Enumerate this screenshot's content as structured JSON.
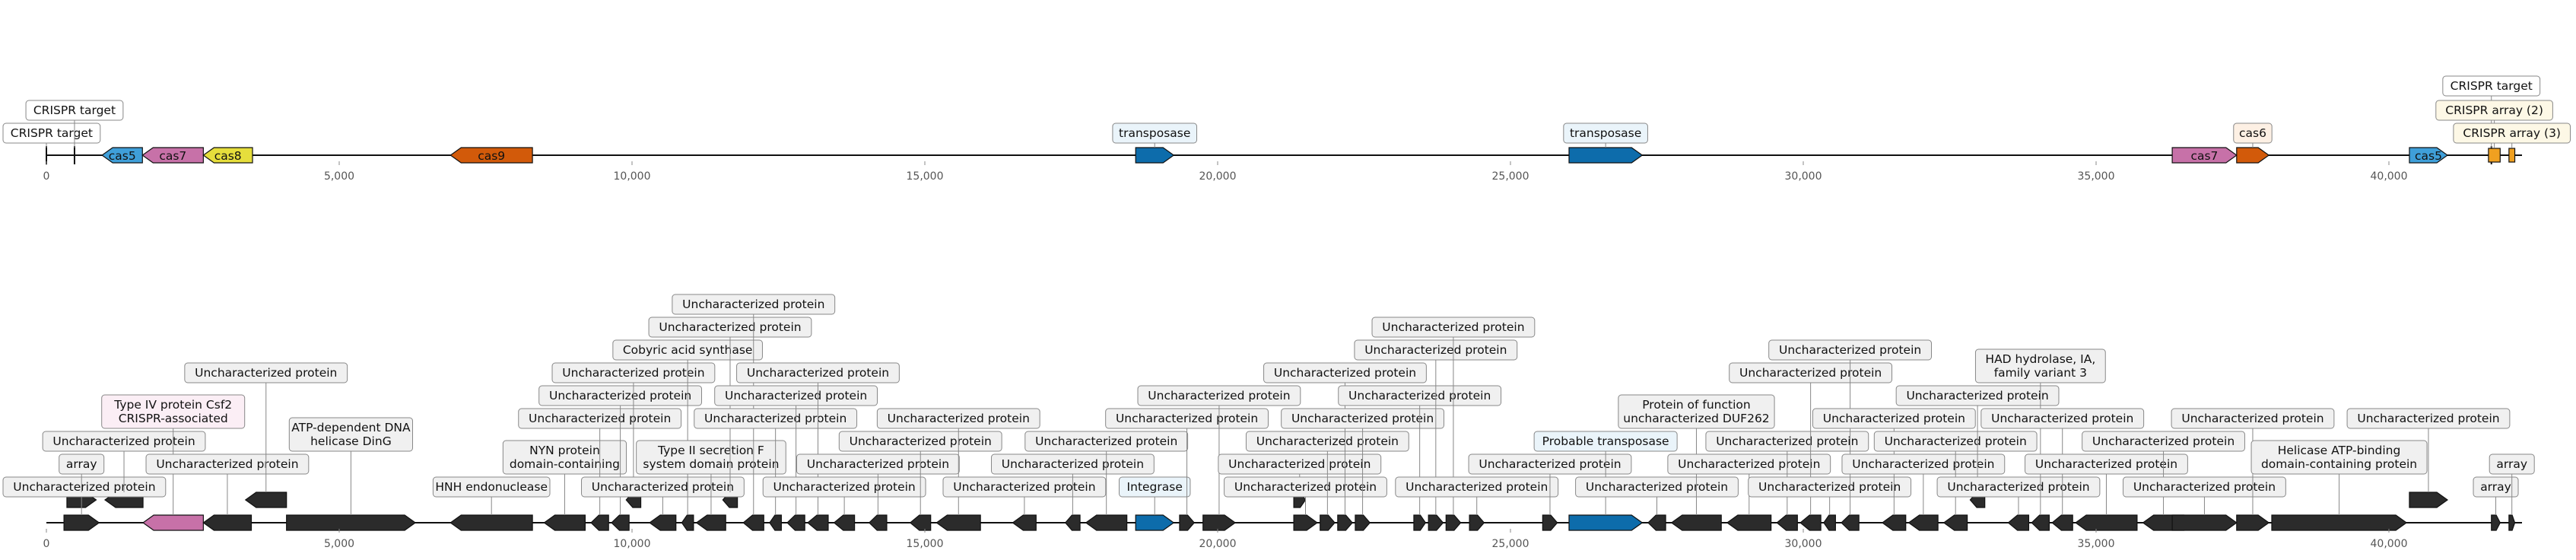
{
  "colors": {
    "cas5": "#3f9fd9",
    "cas7": "#c771a8",
    "cas8": "#e6de3c",
    "cas9": "#d25a0a",
    "cas6": "#d25a0a",
    "transposase": "#0d6cab",
    "crispr_array": "#f0a020",
    "gene_default": "#2b2b2b",
    "label_bg_white": "#ffffff",
    "label_bg_blue": "#eaf4fa",
    "label_bg_pink": "#fbeef5",
    "label_bg_yellow": "#fdf8e6",
    "label_bg_orange": "#fdf0e4",
    "label_bg_gray": "#f0f0f0"
  },
  "axis_ticks": [
    "0",
    "5,000",
    "10,000",
    "15,000",
    "20,000",
    "25,000",
    "30,000",
    "35,000",
    "40,000"
  ],
  "top_track": {
    "features": [
      {
        "name": "CRISPR target",
        "start": 0,
        "end": 80,
        "strand": 0,
        "kind": "target",
        "fill": "white"
      },
      {
        "name": "CRISPR target",
        "start": 480,
        "end": 560,
        "strand": 0,
        "kind": "target",
        "fill": "white"
      },
      {
        "name": "cas5",
        "start": 950,
        "end": 1640,
        "strand": -1,
        "kind": "gene",
        "fill": "cas5",
        "inline": true
      },
      {
        "name": "cas7",
        "start": 1640,
        "end": 2680,
        "strand": -1,
        "kind": "gene",
        "fill": "cas7",
        "inline": true
      },
      {
        "name": "cas8",
        "start": 2680,
        "end": 3520,
        "strand": -1,
        "kind": "gene",
        "fill": "cas8",
        "inline": true
      },
      {
        "name": "cas9",
        "start": 6900,
        "end": 8300,
        "strand": -1,
        "kind": "gene",
        "fill": "cas9",
        "inline": true
      },
      {
        "name": "transposase",
        "start": 18600,
        "end": 19250,
        "strand": 1,
        "kind": "gene",
        "fill": "transposase"
      },
      {
        "name": "transposase",
        "start": 26000,
        "end": 27250,
        "strand": 1,
        "kind": "gene",
        "fill": "transposase"
      },
      {
        "name": "cas7",
        "start": 36300,
        "end": 37400,
        "strand": 1,
        "kind": "gene",
        "fill": "cas7",
        "inline": true
      },
      {
        "name": "cas6",
        "start": 37400,
        "end": 37950,
        "strand": 1,
        "kind": "gene",
        "fill": "cas6"
      },
      {
        "name": "cas5",
        "start": 40350,
        "end": 41000,
        "strand": 1,
        "kind": "gene",
        "fill": "cas5",
        "inline": true
      },
      {
        "name": "CRISPR target",
        "start": 41750,
        "end": 41800,
        "strand": 0,
        "kind": "target",
        "fill": "white"
      },
      {
        "name": "CRISPR array (2)",
        "start": 41700,
        "end": 41900,
        "strand": 0,
        "kind": "array",
        "fill": "crispr_array"
      },
      {
        "name": "CRISPR array (3)",
        "start": 42050,
        "end": 42150,
        "strand": 0,
        "kind": "array",
        "fill": "crispr_array"
      }
    ]
  },
  "bottom_track": {
    "features": [
      {
        "name": "Uncharacterized protein",
        "start": 300,
        "end": 900,
        "strand": 1,
        "fill": "gene_default"
      },
      {
        "name": "array",
        "start": 350,
        "end": 850,
        "strand": 1,
        "fill": "gene_default",
        "row": 1
      },
      {
        "name": "Uncharacterized protein",
        "start": 1000,
        "end": 1650,
        "strand": -1,
        "fill": "gene_default",
        "row": 1
      },
      {
        "name": "Type IV CRISPR-associated protein Csf2",
        "start": 1650,
        "end": 2680,
        "strand": -1,
        "fill": "cas7"
      },
      {
        "name": "Uncharacterized protein",
        "start": 2680,
        "end": 3500,
        "strand": -1,
        "fill": "gene_default"
      },
      {
        "name": "Uncharacterized protein",
        "start": 3400,
        "end": 4100,
        "strand": -1,
        "fill": "gene_default",
        "row": 1
      },
      {
        "name": "ATP-dependent DNA helicase DinG",
        "start": 4100,
        "end": 6300,
        "strand": 1,
        "fill": "gene_default"
      },
      {
        "name": "HNH endonuclease",
        "start": 6900,
        "end": 8300,
        "strand": -1,
        "fill": "gene_default"
      },
      {
        "name": "NYN domain-containing protein",
        "start": 8500,
        "end": 9200,
        "strand": -1,
        "fill": "gene_default"
      },
      {
        "name": "Uncharacterized protein",
        "start": 9300,
        "end": 9600,
        "strand": -1,
        "fill": "gene_default"
      },
      {
        "name": "Uncharacterized protein",
        "start": 9650,
        "end": 9950,
        "strand": -1,
        "fill": "gene_default"
      },
      {
        "name": "Uncharacterized protein",
        "start": 9900,
        "end": 10150,
        "strand": -1,
        "fill": "gene_default",
        "row": 1
      },
      {
        "name": "Uncharacterized protein",
        "start": 10300,
        "end": 10750,
        "strand": -1,
        "fill": "gene_default"
      },
      {
        "name": "Cobyric acid synthase",
        "start": 10850,
        "end": 11050,
        "strand": -1,
        "fill": "gene_default"
      },
      {
        "name": "Type II secretion system F domain protein",
        "start": 11100,
        "end": 11600,
        "strand": -1,
        "fill": "gene_default"
      },
      {
        "name": "Uncharacterized protein",
        "start": 11550,
        "end": 11800,
        "strand": -1,
        "fill": "gene_default",
        "row": 1
      },
      {
        "name": "Uncharacterized protein",
        "start": 11900,
        "end": 12250,
        "strand": -1,
        "fill": "gene_default"
      },
      {
        "name": "Uncharacterized protein",
        "start": 12350,
        "end": 12550,
        "strand": -1,
        "fill": "gene_default"
      },
      {
        "name": "Uncharacterized protein",
        "start": 12650,
        "end": 12950,
        "strand": -1,
        "fill": "gene_default"
      },
      {
        "name": "Uncharacterized protein",
        "start": 13000,
        "end": 13350,
        "strand": -1,
        "fill": "gene_default"
      },
      {
        "name": "Uncharacterized protein",
        "start": 13450,
        "end": 13800,
        "strand": -1,
        "fill": "gene_default"
      },
      {
        "name": "Uncharacterized protein",
        "start": 14050,
        "end": 14350,
        "strand": -1,
        "fill": "gene_default"
      },
      {
        "name": "Uncharacterized protein",
        "start": 14750,
        "end": 15100,
        "strand": -1,
        "fill": "gene_default"
      },
      {
        "name": "Uncharacterized protein",
        "start": 15200,
        "end": 15950,
        "strand": -1,
        "fill": "gene_default"
      },
      {
        "name": "Uncharacterized protein",
        "start": 16500,
        "end": 16900,
        "strand": -1,
        "fill": "gene_default"
      },
      {
        "name": "Uncharacterized protein",
        "start": 17400,
        "end": 17650,
        "strand": -1,
        "fill": "gene_default"
      },
      {
        "name": "Uncharacterized protein",
        "start": 17750,
        "end": 18450,
        "strand": -1,
        "fill": "gene_default"
      },
      {
        "name": "Integrase",
        "start": 18600,
        "end": 19250,
        "strand": 1,
        "fill": "transposase"
      },
      {
        "name": "Uncharacterized protein",
        "start": 19350,
        "end": 19600,
        "strand": 1,
        "fill": "gene_default"
      },
      {
        "name": "Uncharacterized protein",
        "start": 19750,
        "end": 20300,
        "strand": 1,
        "fill": "gene_default"
      },
      {
        "name": "Uncharacterized protein",
        "start": 21300,
        "end": 21500,
        "strand": 1,
        "fill": "gene_default",
        "row": 1
      },
      {
        "name": "Uncharacterized protein",
        "start": 21300,
        "end": 21700,
        "strand": 1,
        "fill": "gene_default"
      },
      {
        "name": "Uncharacterized protein",
        "start": 21750,
        "end": 22000,
        "strand": 1,
        "fill": "gene_default"
      },
      {
        "name": "Uncharacterized protein",
        "start": 22050,
        "end": 22300,
        "strand": 1,
        "fill": "gene_default"
      },
      {
        "name": "Uncharacterized protein",
        "start": 22350,
        "end": 22600,
        "strand": 1,
        "fill": "gene_default"
      },
      {
        "name": "Uncharacterized protein",
        "start": 23350,
        "end": 23550,
        "strand": 1,
        "fill": "gene_default"
      },
      {
        "name": "Uncharacterized protein",
        "start": 23600,
        "end": 23850,
        "strand": 1,
        "fill": "gene_default"
      },
      {
        "name": "Uncharacterized protein",
        "start": 23900,
        "end": 24150,
        "strand": 1,
        "fill": "gene_default"
      },
      {
        "name": "Uncharacterized protein",
        "start": 24300,
        "end": 24550,
        "strand": 1,
        "fill": "gene_default"
      },
      {
        "name": "Uncharacterized protein",
        "start": 25550,
        "end": 25800,
        "strand": 1,
        "fill": "gene_default"
      },
      {
        "name": "Probable transposase",
        "start": 26000,
        "end": 27250,
        "strand": 1,
        "fill": "transposase"
      },
      {
        "name": "Uncharacterized protein",
        "start": 27350,
        "end": 27650,
        "strand": -1,
        "fill": "gene_default"
      },
      {
        "name": "Protein of uncharacterized function DUF262",
        "start": 27750,
        "end": 28600,
        "strand": -1,
        "fill": "gene_default"
      },
      {
        "name": "Uncharacterized protein",
        "start": 28700,
        "end": 29450,
        "strand": -1,
        "fill": "gene_default"
      },
      {
        "name": "Uncharacterized protein",
        "start": 29550,
        "end": 29900,
        "strand": -1,
        "fill": "gene_default"
      },
      {
        "name": "Uncharacterized protein",
        "start": 29950,
        "end": 30300,
        "strand": -1,
        "fill": "gene_default"
      },
      {
        "name": "Uncharacterized protein",
        "start": 30350,
        "end": 30550,
        "strand": -1,
        "fill": "gene_default"
      },
      {
        "name": "Uncharacterized protein",
        "start": 30650,
        "end": 30950,
        "strand": -1,
        "fill": "gene_default"
      },
      {
        "name": "Uncharacterized protein",
        "start": 31350,
        "end": 31750,
        "strand": -1,
        "fill": "gene_default"
      },
      {
        "name": "Uncharacterized protein",
        "start": 31800,
        "end": 32300,
        "strand": -1,
        "fill": "gene_default"
      },
      {
        "name": "Uncharacterized protein",
        "start": 32400,
        "end": 32800,
        "strand": -1,
        "fill": "gene_default"
      },
      {
        "name": "Uncharacterized protein",
        "start": 32850,
        "end": 33100,
        "strand": -1,
        "fill": "gene_default",
        "row": 1
      },
      {
        "name": "Uncharacterized protein",
        "start": 33500,
        "end": 33850,
        "strand": -1,
        "fill": "gene_default"
      },
      {
        "name": "HAD hydrolase, family IA, variant 3",
        "start": 33900,
        "end": 34200,
        "strand": -1,
        "fill": "gene_default"
      },
      {
        "name": "Uncharacterized protein",
        "start": 34250,
        "end": 34600,
        "strand": -1,
        "fill": "gene_default"
      },
      {
        "name": "Uncharacterized protein",
        "start": 34650,
        "end": 35700,
        "strand": -1,
        "fill": "gene_default"
      },
      {
        "name": "Uncharacterized protein",
        "start": 35800,
        "end": 36500,
        "strand": -1,
        "fill": "gene_default"
      },
      {
        "name": "Uncharacterized protein",
        "start": 36300,
        "end": 37400,
        "strand": 1,
        "fill": "gene_default"
      },
      {
        "name": "Uncharacterized protein",
        "start": 37400,
        "end": 37950,
        "strand": 1,
        "fill": "gene_default"
      },
      {
        "name": "Helicase ATP-binding domain-containing protein",
        "start": 38000,
        "end": 40300,
        "strand": 1,
        "fill": "gene_default"
      },
      {
        "name": "Uncharacterized protein",
        "start": 40350,
        "end": 41000,
        "strand": 1,
        "fill": "gene_default",
        "row": 1
      },
      {
        "name": "array",
        "start": 41750,
        "end": 41900,
        "strand": 1,
        "fill": "gene_default"
      },
      {
        "name": "array",
        "start": 42050,
        "end": 42150,
        "strand": 1,
        "fill": "gene_default"
      }
    ]
  }
}
